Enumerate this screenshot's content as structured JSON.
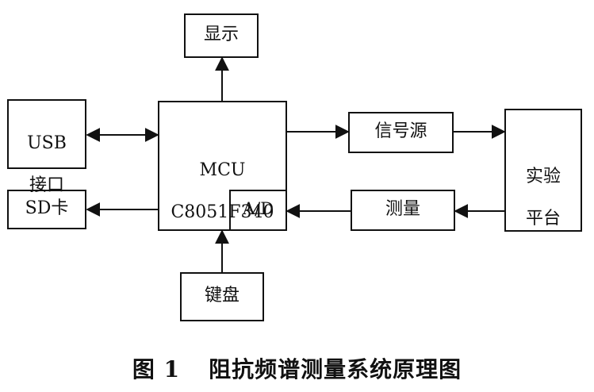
{
  "blocks": {
    "display": "显示",
    "usb_line1": "USB",
    "usb_line2": "接口",
    "sd": "SD卡",
    "mcu_line1": "MCU",
    "mcu_line2": "C8051F340",
    "ad": "A/D",
    "keyboard": "键盘",
    "signal_source": "信号源",
    "measure": "测量",
    "experiment_line1": "实验",
    "experiment_line2": "平台"
  },
  "caption": {
    "figure_number": "图 1",
    "title": "阻抗频谱测量系统原理图"
  }
}
